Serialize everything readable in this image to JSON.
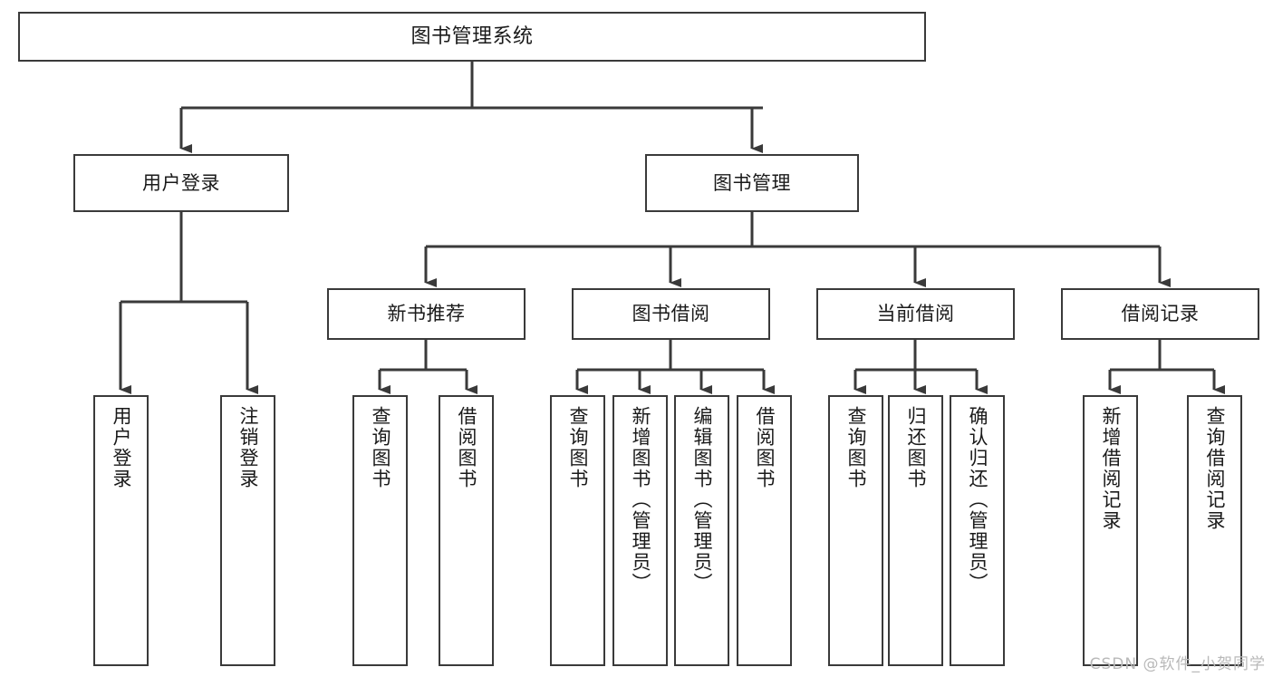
{
  "diagram": {
    "title": "图书管理系统",
    "type": "function-structure-tree",
    "colors": {
      "box_border": "#3a3a3a",
      "box_fill": "#ffffff",
      "connector": "#3a3a3a",
      "text": "#1a1a1a",
      "watermark": "#b9b9b9",
      "background": "#ffffff"
    },
    "root": {
      "id": "root",
      "label": "图书管理系统"
    },
    "level2": [
      {
        "id": "user-login",
        "label": "用户登录"
      },
      {
        "id": "book-management",
        "label": "图书管理"
      }
    ],
    "level3": [
      {
        "id": "new-book-recommend",
        "label": "新书推荐",
        "parent": "book-management"
      },
      {
        "id": "book-borrow",
        "label": "图书借阅",
        "parent": "book-management"
      },
      {
        "id": "current-borrow",
        "label": "当前借阅",
        "parent": "book-management"
      },
      {
        "id": "borrow-record",
        "label": "借阅记录",
        "parent": "book-management"
      }
    ],
    "leaves": {
      "user-login": [
        {
          "id": "leaf-user-login",
          "label": "用户登录"
        },
        {
          "id": "leaf-user-logout",
          "label": "注销登录"
        }
      ],
      "new-book-recommend": [
        {
          "id": "leaf-query-book-1",
          "label": "查询图书"
        },
        {
          "id": "leaf-borrow-book-1",
          "label": "借阅图书"
        }
      ],
      "book-borrow": [
        {
          "id": "leaf-query-book-2",
          "label": "查询图书"
        },
        {
          "id": "leaf-add-book",
          "label": "新增图书（管理员）"
        },
        {
          "id": "leaf-edit-book",
          "label": "编辑图书（管理员）"
        },
        {
          "id": "leaf-borrow-book-2",
          "label": "借阅图书"
        }
      ],
      "current-borrow": [
        {
          "id": "leaf-query-book-3",
          "label": "查询图书"
        },
        {
          "id": "leaf-return-book",
          "label": "归还图书"
        },
        {
          "id": "leaf-confirm-return",
          "label": "确认归还（管理员）"
        }
      ],
      "borrow-record": [
        {
          "id": "leaf-add-record",
          "label": "新增借阅记录"
        },
        {
          "id": "leaf-query-record",
          "label": "查询借阅记录"
        }
      ]
    }
  },
  "watermark": {
    "text": "CSDN @软件_小贺同学"
  }
}
